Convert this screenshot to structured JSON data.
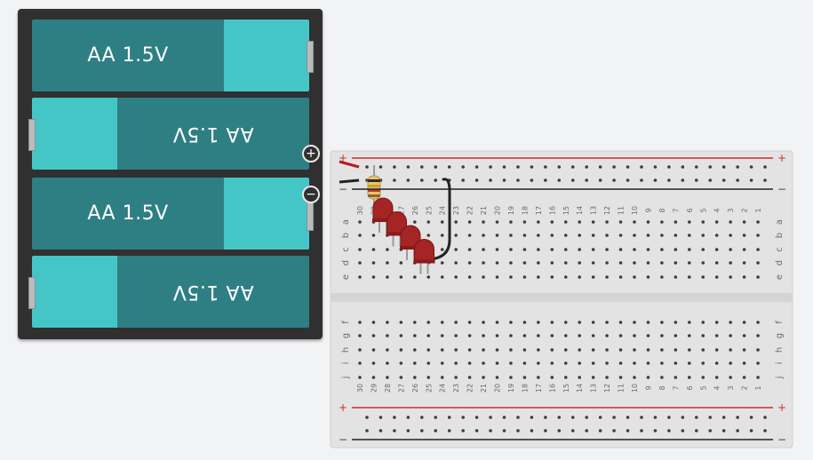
{
  "battery": {
    "cells": [
      {
        "label": "AA 1.5V",
        "flipped": false
      },
      {
        "label": "AA 1.5V",
        "flipped": true
      },
      {
        "label": "AA 1.5V",
        "flipped": false
      },
      {
        "label": "AA 1.5V",
        "flipped": true
      }
    ],
    "plus_label": "+",
    "minus_label": "−"
  },
  "breadboard": {
    "columns": [
      "30",
      "29",
      "28",
      "27",
      "26",
      "25",
      "24",
      "23",
      "22",
      "21",
      "20",
      "19",
      "18",
      "17",
      "16",
      "15",
      "14",
      "13",
      "12",
      "11",
      "10",
      "9",
      "8",
      "7",
      "6",
      "5",
      "4",
      "3",
      "2",
      "1"
    ],
    "top_rows": [
      "a",
      "b",
      "c",
      "d",
      "e"
    ],
    "bottom_rows": [
      "f",
      "g",
      "h",
      "i",
      "j"
    ],
    "rail_plus": "+",
    "rail_minus": "−",
    "colors": {
      "board": "#e3e3e3",
      "rail_red": "#c8302a",
      "rail_black": "#222222",
      "hole": "#3c3c3c",
      "label": "#6a6a6a"
    }
  },
  "components": {
    "resistor": {
      "bands": [
        "#3a2a1a",
        "#c9a227",
        "#c0392b",
        "#8a6a1e"
      ]
    },
    "leds": {
      "count": 4,
      "color": "#a52424"
    },
    "wires": {
      "red": "#d32f2f",
      "black": "#222222"
    }
  }
}
